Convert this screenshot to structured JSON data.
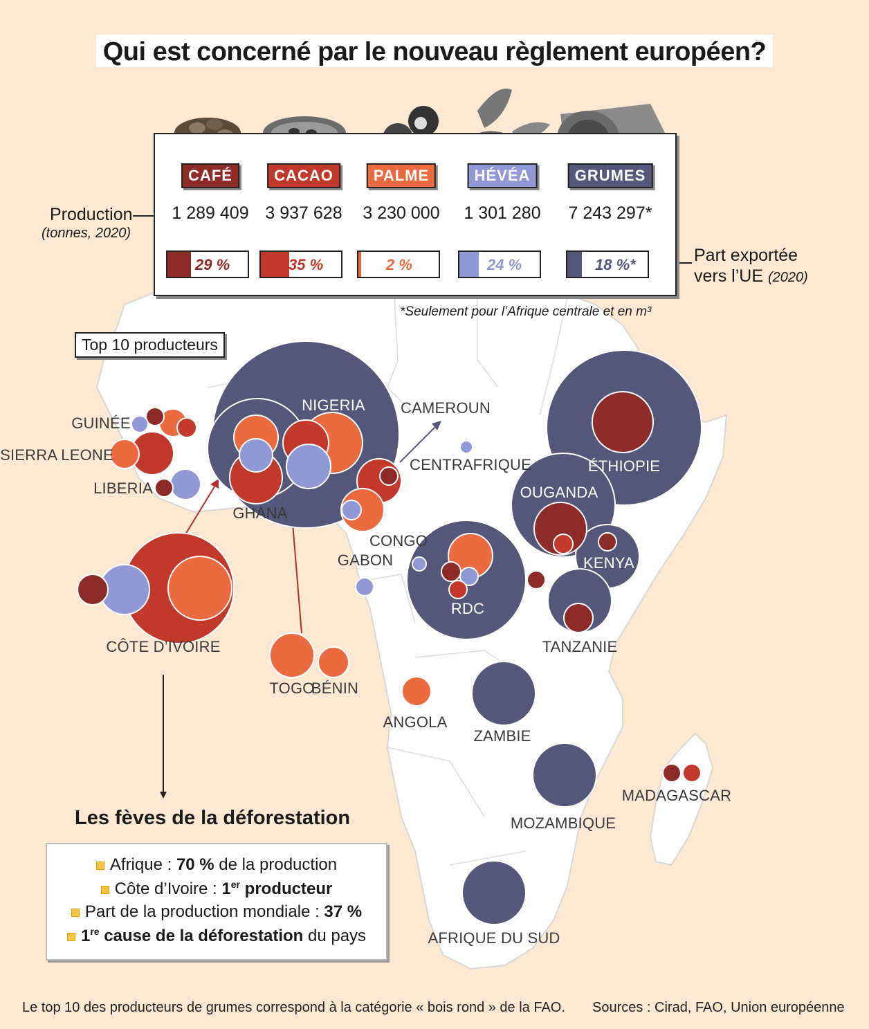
{
  "title": "Qui est concerné par le nouveau règlement européen?",
  "production_label": "Production",
  "production_sub": "(tonnes, 2020)",
  "export_label_1": "Part exportée",
  "export_label_2": "vers l’UE",
  "export_year": "(2020)",
  "footnote": "*Seulement pour l’Afrique centrale et en m³",
  "top10_label": "Top 10 producteurs",
  "colors": {
    "cafe": "#8c2b28",
    "cacao": "#c0392b",
    "palme": "#eb6a3f",
    "hevea": "#9098d6",
    "grumes": "#55577a"
  },
  "products": [
    {
      "key": "cafe",
      "label": "CAFÉ",
      "production": "1 289 409",
      "share": 0.29,
      "share_label": "29 %",
      "color": "#8c2b28"
    },
    {
      "key": "cacao",
      "label": "CACAO",
      "production": "3 937 628",
      "share": 0.35,
      "share_label": "35 %",
      "color": "#c0392b"
    },
    {
      "key": "palme",
      "label": "PALME",
      "production": "3 230 000",
      "share": 0.02,
      "share_label": "2 %",
      "color": "#eb6a3f"
    },
    {
      "key": "hevea",
      "label": "HÉVÉA",
      "production": "1 301 280",
      "share": 0.24,
      "share_label": "24 %",
      "color": "#9098d6"
    },
    {
      "key": "grumes",
      "label": "GRUMES",
      "production": "7 243 297*",
      "share": 0.18,
      "share_label": "18 %*",
      "color": "#55577a"
    }
  ],
  "countries": {
    "guinee": "GUINÉE",
    "sierra_leone": "SIERRA LEONE",
    "liberia": "LIBERIA",
    "ghana": "GHANA",
    "nigeria": "NIGERIA",
    "cameroun": "CAMEROUN",
    "centrafrique": "CENTRAFRIQUE",
    "ethiopie": "ÉTHIOPIE",
    "ouganda": "OUGANDA",
    "kenya": "KENYA",
    "congo": "CONGO",
    "gabon": "GABON",
    "rdc": "RDC",
    "tanzanie": "TANZANIE",
    "cote_ivoire": "CÔTE D’IVOIRE",
    "togo": "TOGO",
    "benin": "BÉNIN",
    "angola": "ANGOLA",
    "zambie": "ZAMBIE",
    "mozambique": "MOZAMBIQUE",
    "madagascar": "MADAGASCAR",
    "afrique_du_sud": "AFRIQUE DU SUD"
  },
  "facts": {
    "title": "Les fèves de la déforestation",
    "f1_a": "Afrique : ",
    "f1_b": "70 %",
    "f1_c": " de la production",
    "f2_a": "Côte d’Ivoire : ",
    "f2_b": "1",
    "f2_sup": "er",
    "f2_c": " producteur",
    "f3_a": "Part de la production mondiale : ",
    "f3_b": "37 %",
    "f4_a": "1",
    "f4_sup": "re",
    "f4_b": " cause de la déforestation",
    "f4_c": " du pays"
  },
  "footer_left": "Le top 10 des producteurs de grumes correspond à la catégorie « bois rond » de la FAO.",
  "footer_right": "Sources : Cirad, FAO, Union européenne"
}
